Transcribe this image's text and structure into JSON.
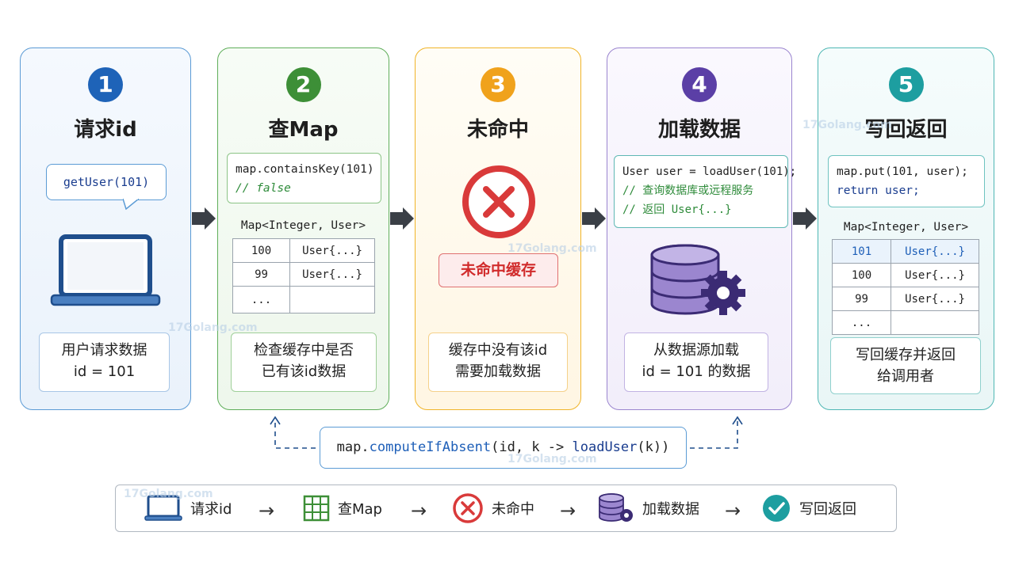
{
  "steps": [
    {
      "num": "1",
      "title": "请求id",
      "color": "#1e63b8",
      "bubble": "getUser(101)",
      "note": [
        "用户请求数据",
        "id = 101"
      ]
    },
    {
      "num": "2",
      "title": "查Map",
      "color": "#3d8f37",
      "code": [
        "map.containsKey(101)",
        "// false"
      ],
      "table_label": "Map<Integer, User>",
      "rows": [
        [
          "100",
          "User{...}"
        ],
        [
          "99",
          "User{...}"
        ],
        [
          "...",
          ""
        ]
      ],
      "note": [
        "检查缓存中是否",
        "已有该id数据"
      ]
    },
    {
      "num": "3",
      "title": "未命中",
      "color": "#f0a21c",
      "miss_label": "未命中缓存",
      "note": [
        "缓存中没有该id",
        "需要加载数据"
      ]
    },
    {
      "num": "4",
      "title": "加载数据",
      "color": "#5b3fa6",
      "code": [
        "User user = loadUser(101);",
        "// 查询数据库或远程服务",
        "// 返回 User{...}"
      ],
      "note": [
        "从数据源加载",
        "id = 101 的数据"
      ]
    },
    {
      "num": "5",
      "title": "写回返回",
      "color": "#1d9ea0",
      "code": [
        "map.put(101, user);",
        "return user;"
      ],
      "table_label": "Map<Integer, User>",
      "rows": [
        [
          "101",
          "User{...}"
        ],
        [
          "100",
          "User{...}"
        ],
        [
          "99",
          "User{...}"
        ],
        [
          "...",
          ""
        ]
      ],
      "note": [
        "写回缓存并返回",
        "给调用者"
      ]
    }
  ],
  "formula": {
    "prefix": "map.",
    "method": "computeIfAbsent",
    "args_open": "(id, k -> ",
    "call": "loadUser",
    "args_close": "(k))"
  },
  "legend": [
    {
      "label": "请求id",
      "icon": "laptop-icon"
    },
    {
      "label": "查Map",
      "icon": "grid-table-icon"
    },
    {
      "label": "未命中",
      "icon": "x-circle-icon"
    },
    {
      "label": "加载数据",
      "icon": "database-gear-icon"
    },
    {
      "label": "写回返回",
      "icon": "check-circle-icon"
    }
  ],
  "legend_arrow": "→",
  "watermark": "17Golang.com"
}
